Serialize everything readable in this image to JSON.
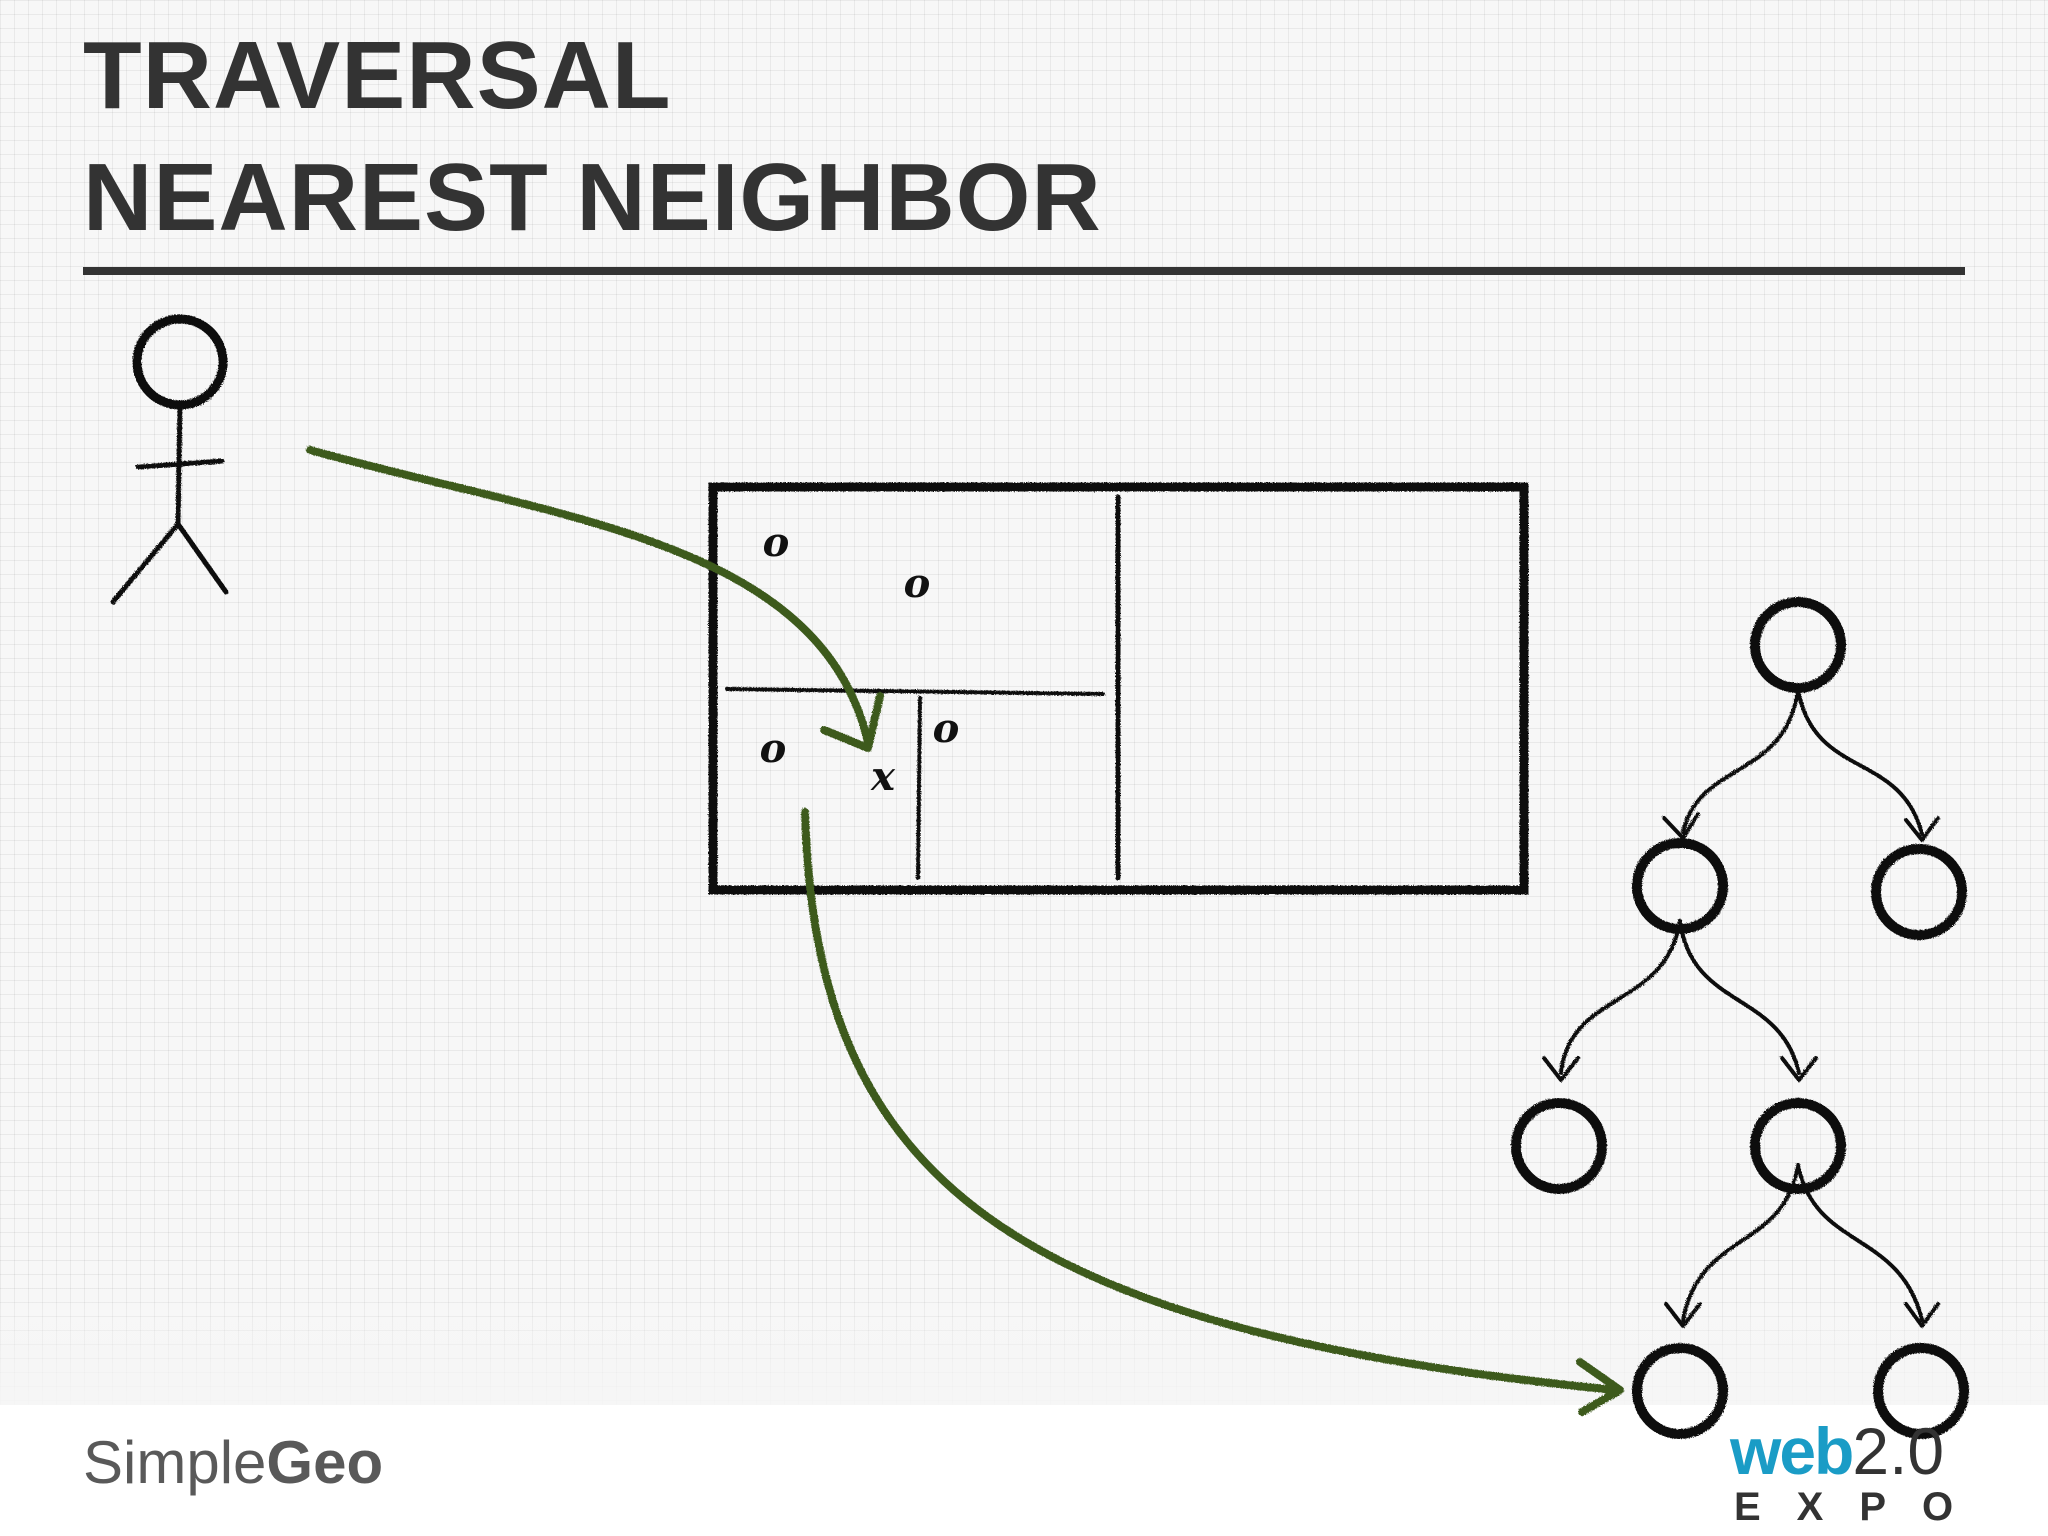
{
  "slide": {
    "title_line_1": "TRAVERSAL",
    "title_line_2": "NEAREST NEIGHBOR"
  },
  "diagram": {
    "point_marker": "o",
    "query_marker": "x",
    "stroke_color": "#111111",
    "arrow_color": "#3d5a1e"
  },
  "footer": {
    "simplegeo_simple": "Simple",
    "simplegeo_geo": "Geo",
    "web_text": "web",
    "version_text": "2.0",
    "expo_text": "EXPO"
  }
}
